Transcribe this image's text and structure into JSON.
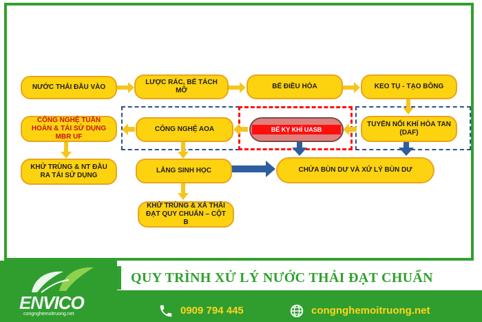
{
  "nodes": {
    "n1": "NƯỚC THẢI ĐẦU VÀO",
    "n2": "LƯỢC RÁC, BỂ TÁCH MỠ",
    "n3": "BỂ ĐIỀU HÒA",
    "n4": "KEO TỤ - TẠO BÔNG",
    "n5": "TUYỂN NỔI KHÍ HÒA TAN (DAF)",
    "n6": "BỂ KỴ KHÍ UASB",
    "n7": "CÔNG NGHỆ AOA",
    "n8": "CÔNG NGHỆ TUẦN HOÀN & TÁI SỬ DỤNG MBR UF",
    "n9": "KHỬ TRÙNG & NT ĐẦU RA TÁI SỬ DỤNG",
    "n10": "LẮNG SINH HỌC",
    "n11": "CHỨA BÙN DƯ VÀ XỬ LÝ BÙN DƯ",
    "n12": "KHỬ TRÙNG & XẢ THẢI ĐẠT QUY CHUẨN – CỘT B"
  },
  "footer": {
    "title": "QUY TRÌNH XỬ LÝ NƯỚC THẢI ĐẠT CHUẨN",
    "phone": "0909 794 445",
    "website": "congnghemoitruong.net",
    "phone_icon": "phone-icon",
    "globe_icon": "globe-icon"
  },
  "logo": {
    "brand_en": "EN",
    "brand_rest": "VICO",
    "sub": "congnghemoitruong.net"
  },
  "colors": {
    "node_fill": "#fdd20f",
    "node_border": "#e7a51d",
    "accent_green": "#2fa12c",
    "arrow_blue": "#2f5d9e",
    "arrow_yellow": "#f6c51d",
    "uasb_red": "#ff0e0e"
  }
}
